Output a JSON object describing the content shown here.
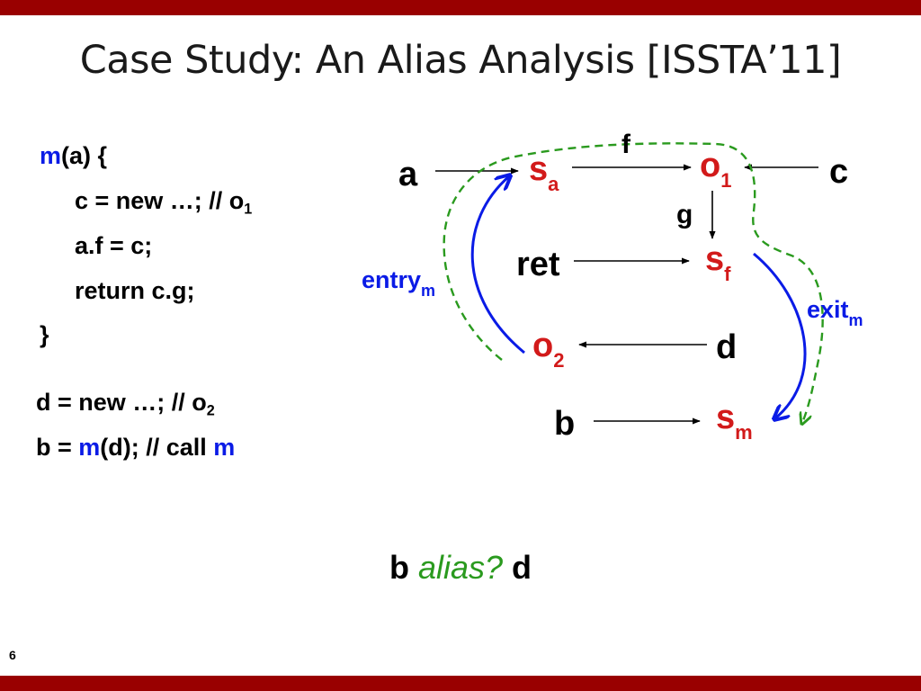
{
  "slide": {
    "title": "Case Study: An Alias Analysis [ISSTA’11]",
    "page_number": "6"
  },
  "code": {
    "line1": {
      "fn": "m",
      "rest": "(a) {"
    },
    "line2": {
      "text": "c = new …; // o",
      "sub": "1"
    },
    "line3": {
      "text": "a.f = c;"
    },
    "line4": {
      "text": "return c.g;"
    },
    "line5": {
      "text": "}"
    },
    "line6": {
      "text": "d = new …; // o",
      "sub": "2"
    },
    "line7": {
      "a": "b = ",
      "fn": "m",
      "b": "(d); // call ",
      "fn2": "m"
    }
  },
  "graph": {
    "nodes": {
      "a": "a",
      "c": "c",
      "ret": "ret",
      "d": "d",
      "b": "b",
      "s_a": {
        "base": "s",
        "sub": "a"
      },
      "o_1": {
        "base": "o",
        "sub": "1"
      },
      "s_f": {
        "base": "s",
        "sub": "f"
      },
      "o_2": {
        "base": "o",
        "sub": "2"
      },
      "s_m": {
        "base": "s",
        "sub": "m"
      }
    },
    "edge_labels": {
      "f": "f",
      "g": "g",
      "entry": {
        "base": "entry",
        "sub": "m"
      },
      "exit": {
        "base": "exit",
        "sub": "m"
      }
    }
  },
  "question": {
    "left": "b",
    "middle": "alias?",
    "right": "d"
  },
  "colors": {
    "banner": "#990000",
    "keyword_blue": "#0a1be6",
    "node_red": "#d21a1a",
    "path_green": "#2a9a1e"
  }
}
